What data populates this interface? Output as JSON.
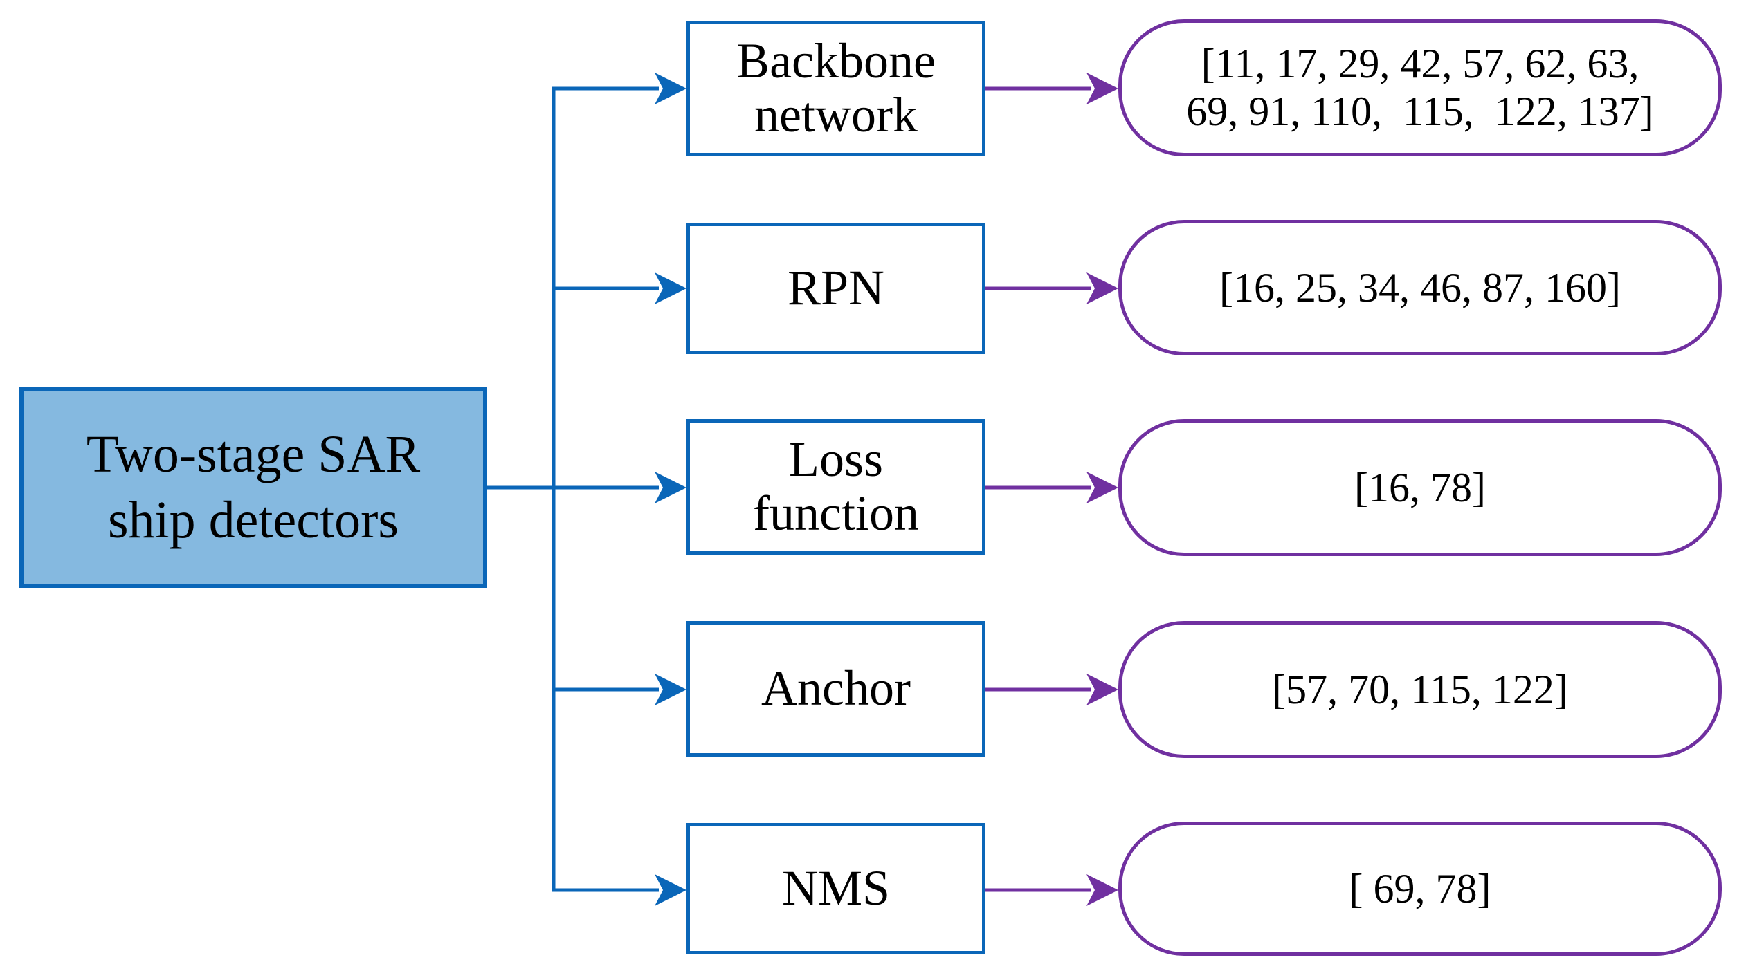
{
  "colors": {
    "root_fill": "#85b9e0",
    "module_border": "#0a66b8",
    "reference_border": "#7030a0",
    "connector_blue": "#0a66b8",
    "connector_purple": "#7030a0"
  },
  "root": {
    "lines": [
      "Two-stage SAR",
      "ship detectors"
    ]
  },
  "modules": [
    {
      "lines": [
        "Backbone",
        "network"
      ],
      "refs": [
        "[11, 17, 29, 42, 57, 62, 63,",
        "69, 91, 110,  115,  122, 137]"
      ]
    },
    {
      "lines": [
        "RPN"
      ],
      "refs": [
        "[16, 25, 34, 46, 87, 160]"
      ]
    },
    {
      "lines": [
        "Loss",
        "function"
      ],
      "refs": [
        "[16, 78]"
      ]
    },
    {
      "lines": [
        "Anchor"
      ],
      "refs": [
        "[57, 70, 115, 122]"
      ]
    },
    {
      "lines": [
        "NMS"
      ],
      "refs": [
        "[ 69, 78]"
      ]
    }
  ]
}
